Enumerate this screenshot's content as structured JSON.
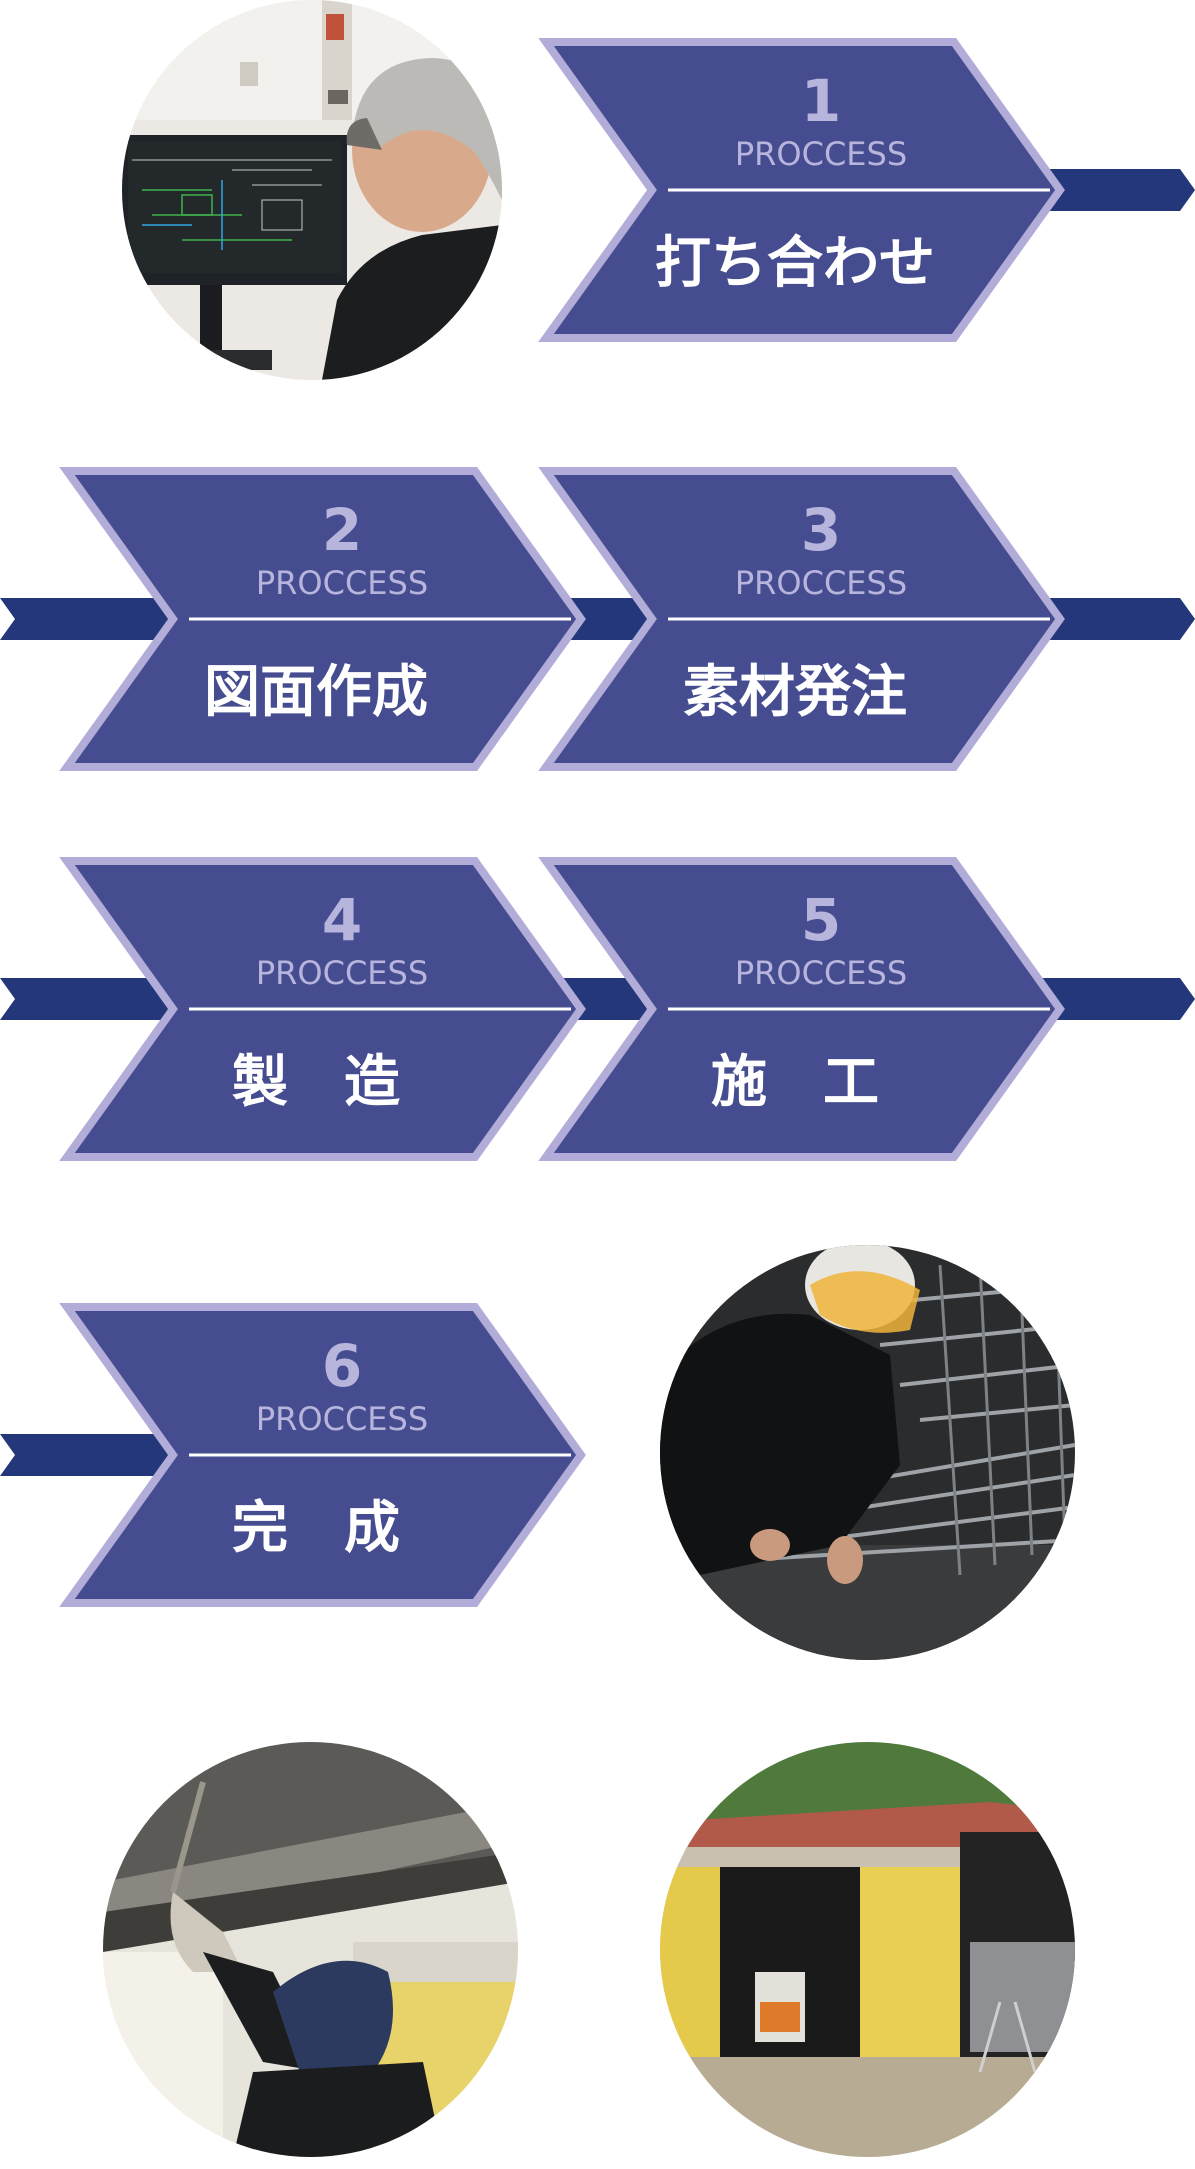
{
  "steps": [
    {
      "number": "1",
      "label": "PROCCESS",
      "title": "打ち合わせ"
    },
    {
      "number": "2",
      "label": "PROCCESS",
      "title": "図面作成"
    },
    {
      "number": "3",
      "label": "PROCCESS",
      "title": "素材発注"
    },
    {
      "number": "4",
      "label": "PROCCESS",
      "title": "製　造"
    },
    {
      "number": "5",
      "label": "PROCCESS",
      "title": "施　工"
    },
    {
      "number": "6",
      "label": "PROCCESS",
      "title": "完　成"
    }
  ],
  "colors": {
    "chevron_fill": "#454c8f",
    "chevron_border": "#b1acd8",
    "connector": "#23377a",
    "divider": "#ffffff",
    "label": "#b8b5dd"
  }
}
